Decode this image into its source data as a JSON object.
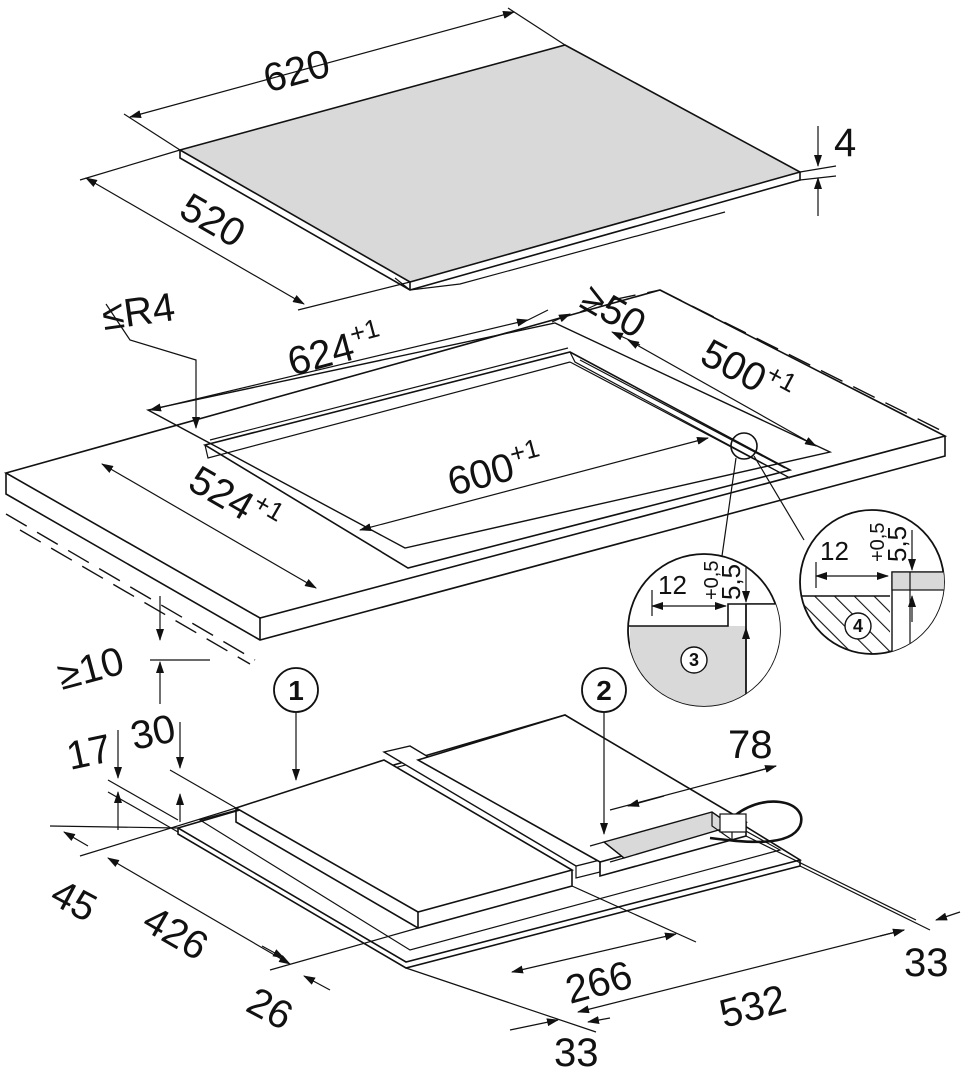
{
  "hob": {
    "width": "620",
    "depth": "520",
    "thickness": "4"
  },
  "worktop": {
    "corner_radius": "≤R4",
    "rebate_width": "624",
    "rebate_width_tol": "+1",
    "rebate_depth": "524",
    "rebate_depth_tol": "+1",
    "cutout_width": "600",
    "cutout_width_tol": "+1",
    "cutout_depth": "500",
    "cutout_depth_tol": "+1",
    "rear_clearance": "≥50",
    "below_clearance": "≥10"
  },
  "detail_3": {
    "label": "3",
    "width": "12",
    "depth": "5,5",
    "depth_tol": "+0,5"
  },
  "detail_4": {
    "label": "4",
    "width": "12",
    "depth": "5,5",
    "depth_tol": "+0,5"
  },
  "unit": {
    "callout_1": "1",
    "callout_2": "2",
    "height_30": "30",
    "height_17": "17",
    "edge_45": "45",
    "depth_426": "426",
    "offset_26": "26",
    "width_266": "266",
    "width_532": "532",
    "offset_33_left": "33",
    "offset_33_right": "33",
    "cable_78": "78"
  }
}
